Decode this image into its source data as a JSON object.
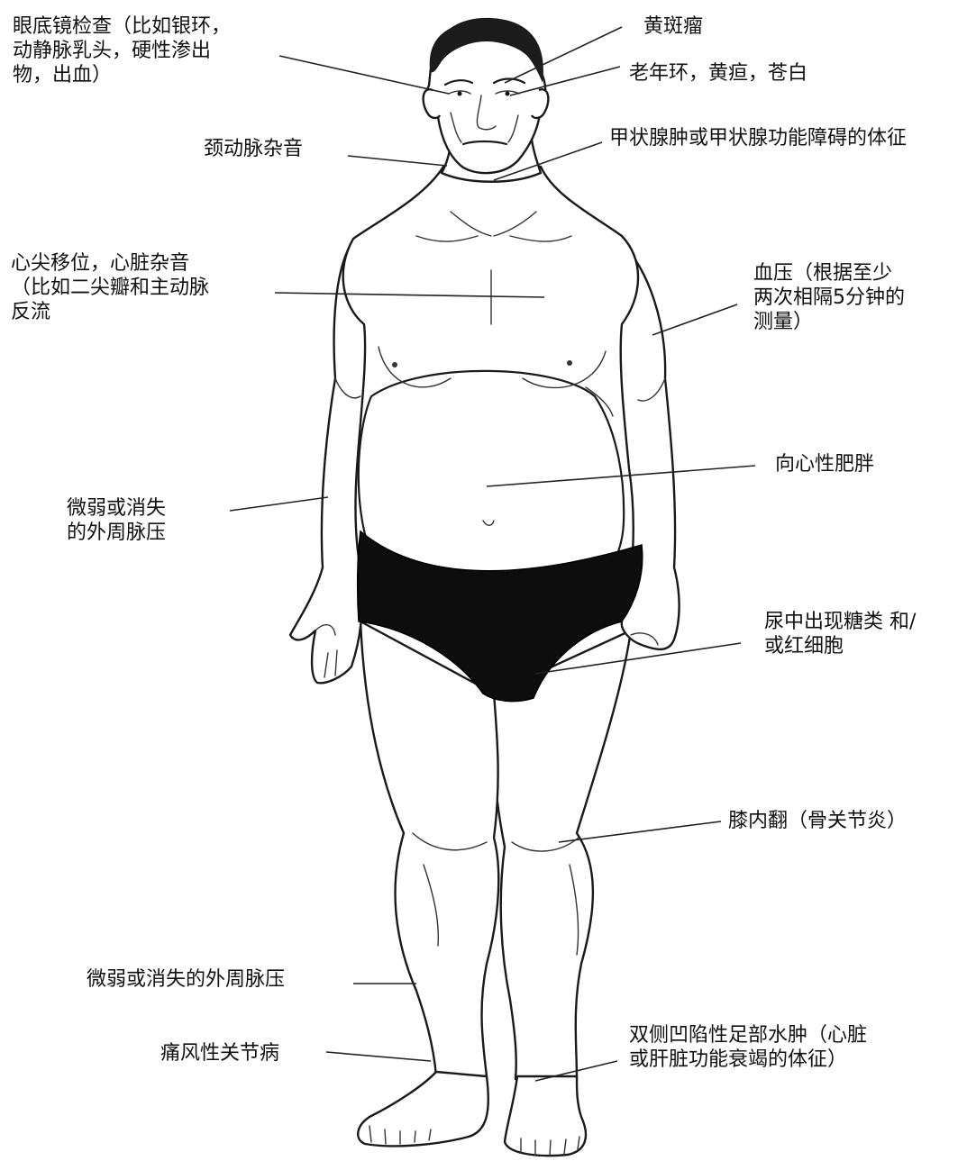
{
  "labels": {
    "fundus": [
      "眼底镜检查（比如银环，",
      "动静脉乳头，硬性渗出",
      "物，出血）"
    ],
    "xanthelasma": [
      "黄斑瘤"
    ],
    "arcus": [
      "老年环，黄疸，苍白"
    ],
    "carotid": [
      "颈动脉杂音"
    ],
    "thyroid": [
      "甲状腺肿或甲状腺功能障碍的体征"
    ],
    "apex": [
      "心尖移位，心脏杂音",
      "（比如二尖瓣和主动脉",
      "反流"
    ],
    "bp": [
      "血压（根据至少",
      "两次相隔5分钟的",
      "测量）"
    ],
    "obesity": [
      "向心性肥胖"
    ],
    "arm_pulse": [
      "微弱或消失",
      "的外周脉压"
    ],
    "urine": [
      "尿中出现糖类 和/",
      "或红细胞"
    ],
    "knee": [
      "膝内翻（骨关节炎）"
    ],
    "leg_pulse": [
      "微弱或消失的外周脉压"
    ],
    "gout": [
      "痛风性关节病"
    ],
    "edema": [
      "双侧凹陷性足部水肿（心脏",
      "或肝脏功能衰竭的体征）"
    ]
  }
}
